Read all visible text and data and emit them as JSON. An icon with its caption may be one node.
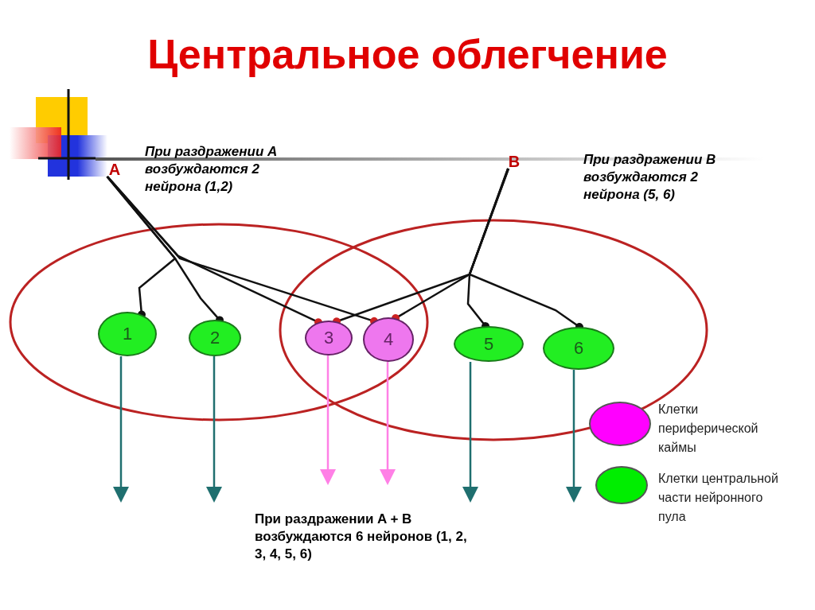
{
  "diagram": {
    "title": "Центральное облегчение",
    "nodes": [
      {
        "text": [
          "A"
        ]
      },
      {
        "text": [
          "B"
        ]
      },
      {
        "text": [
          "1"
        ]
      },
      {
        "text": [
          "2"
        ]
      },
      {
        "text": [
          "3"
        ]
      },
      {
        "text": [
          "4"
        ]
      },
      {
        "text": [
          "5"
        ]
      },
      {
        "text": [
          "6"
        ]
      }
    ],
    "edges": [
      {
        "from": 0,
        "to": 2,
        "arrow": "other"
      },
      {
        "from": 0,
        "to": 3,
        "arrow": "other"
      },
      {
        "from": 0,
        "to": 4,
        "arrow": "other"
      },
      {
        "from": 0,
        "to": 5,
        "arrow": "other"
      },
      {
        "from": 1,
        "to": 4,
        "arrow": "other"
      },
      {
        "from": 1,
        "to": 5,
        "arrow": "other"
      },
      {
        "from": 1,
        "to": 6,
        "arrow": "other"
      },
      {
        "from": 1,
        "to": 7,
        "arrow": "other"
      },
      {
        "from": 2,
        "to": null,
        "arrow": "to",
        "color": "#1f6f6f"
      },
      {
        "from": 3,
        "to": null,
        "arrow": "to",
        "color": "#1f6f6f"
      },
      {
        "from": 4,
        "to": null,
        "arrow": "to",
        "color": "#ff80e6"
      },
      {
        "from": 5,
        "to": null,
        "arrow": "to",
        "color": "#ff80e6"
      },
      {
        "from": 6,
        "to": null,
        "arrow": "to",
        "color": "#1f6f6f"
      },
      {
        "from": 7,
        "to": null,
        "arrow": "to",
        "color": "#1f6f6f"
      }
    ],
    "labels": [
      "При раздражении A возбуждаются 2 нейрона (1,2)",
      "При раздражении B возбуждаются 2 нейрона (5, 6)",
      "При раздражении A + B возбуждаются 6 нейронов (1, 2, 3, 4, 5, 6)"
    ],
    "legend": [
      {
        "text": "Клетки периферической каймы",
        "color": "#ff00ff"
      },
      {
        "text": "Клетки центральной части нейронного пула",
        "color": "#00ee00"
      }
    ]
  }
}
